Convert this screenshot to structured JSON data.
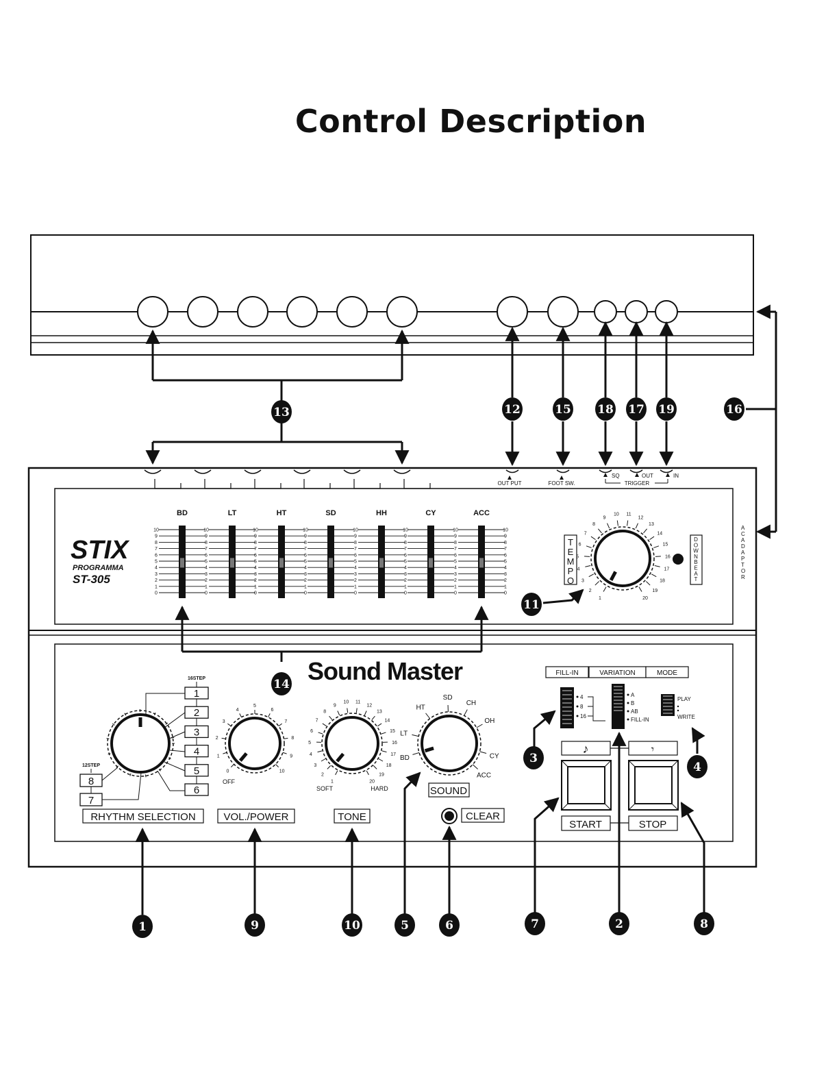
{
  "title": "Control Description",
  "brand": {
    "line1": "STIX",
    "line2": "PROGRAMMA",
    "line3": "ST-305",
    "panel_logo": "Sound Master"
  },
  "rear_labels": {
    "output": "OUT PUT",
    "foot_sw": "FOOT SW.",
    "sq": "SQ",
    "out": "OUT",
    "in": "IN",
    "trigger": "TRIGGER",
    "ac_adaptor": "AC ADAPTOR"
  },
  "faders": {
    "channels": [
      "BD",
      "LT",
      "HT",
      "SD",
      "HH",
      "CY",
      "ACC"
    ],
    "scale": [
      "10",
      "9",
      "8",
      "7",
      "6",
      "5",
      "4",
      "3",
      "2",
      "1",
      "0"
    ]
  },
  "tempo": {
    "label": "TEMPO",
    "ticks": [
      "1",
      "2",
      "3",
      "4",
      "5",
      "6",
      "7",
      "8",
      "9",
      "10",
      "11",
      "12",
      "13",
      "14",
      "15",
      "16",
      "17",
      "18",
      "19",
      "20"
    ],
    "down_beat": "DOWN BEAT"
  },
  "rhythm": {
    "label": "RHYTHM SELECTION",
    "step16": "16STEP",
    "step12": "12STEP",
    "buttons_right": [
      "1",
      "2",
      "3",
      "4",
      "5",
      "6"
    ],
    "buttons_left": [
      "8",
      "7"
    ]
  },
  "volume": {
    "label": "VOL./POWER",
    "off": "OFF",
    "ticks": [
      "0",
      "1",
      "2",
      "3",
      "4",
      "5",
      "6",
      "7",
      "8",
      "9",
      "10"
    ]
  },
  "tone": {
    "label": "TONE",
    "soft": "SOFT",
    "hard": "HARD",
    "ticks": [
      "1",
      "2",
      "3",
      "4",
      "5",
      "6",
      "7",
      "8",
      "9",
      "10",
      "11",
      "12",
      "13",
      "14",
      "15",
      "16",
      "17",
      "18",
      "19",
      "20"
    ]
  },
  "sound": {
    "label": "SOUND",
    "positions": [
      "BD",
      "LT",
      "HT",
      "SD",
      "CH",
      "OH",
      "CY",
      "ACC"
    ]
  },
  "clear": {
    "label": "CLEAR"
  },
  "modes": {
    "header": [
      "FILL-IN",
      "VARIATION",
      "MODE"
    ],
    "fill_in_options": [
      "4",
      "8",
      "16"
    ],
    "variation_options": [
      "A",
      "B",
      "AB",
      "FILL-IN"
    ],
    "mode_options": [
      "PLAY",
      "WRITE"
    ]
  },
  "transport": {
    "note_symbol": "♪",
    "rest_symbol": "𝄾",
    "start": "START",
    "stop": "STOP"
  },
  "callouts": [
    "1",
    "2",
    "3",
    "4",
    "5",
    "6",
    "7",
    "8",
    "9",
    "10",
    "11",
    "12",
    "13",
    "14",
    "15",
    "16",
    "17",
    "18",
    "19"
  ]
}
